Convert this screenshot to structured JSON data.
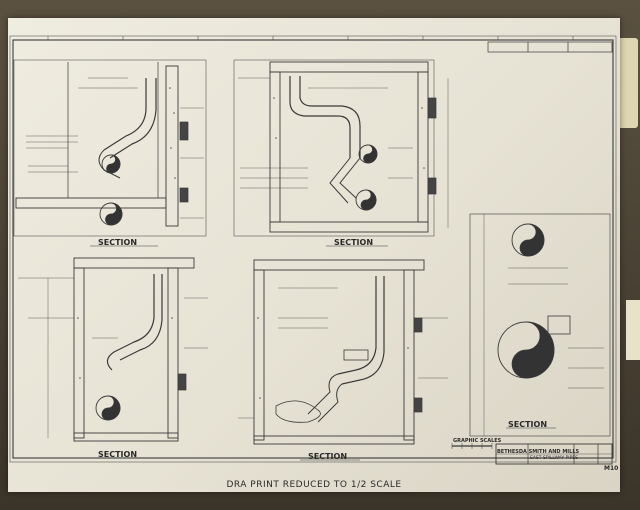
{
  "sheet": {
    "footer": "DRA PRINT REDUCED TO 1/2 SCALE",
    "section_label": "SECTION",
    "graphic_scales_label": "GRAPHIC SCALES",
    "firm": "BETHESDA SMITH AND MILLS",
    "title": "EAST SPILLWAY PIPES",
    "sheet_no": "M10"
  },
  "colors": {
    "paper": "#ebe8dc",
    "ink": "#2a2a2a",
    "background": "#3b3429"
  }
}
